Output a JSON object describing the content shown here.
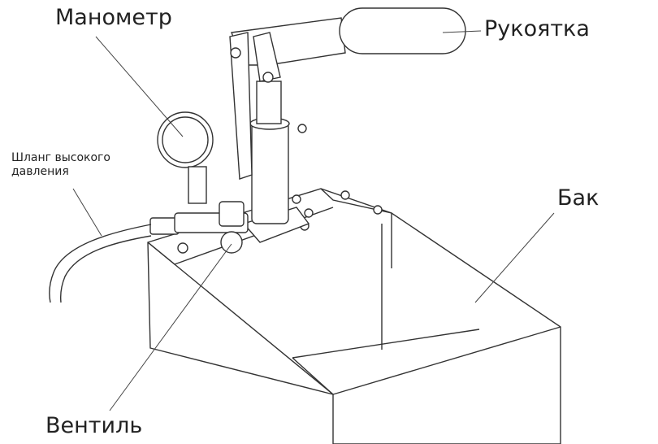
{
  "labels": {
    "gauge": "Манометр",
    "handle": "Рукоятка",
    "hose_line1": "Шланг высокого",
    "hose_line2": "давления",
    "tank": "Бак",
    "valve": "Вентиль"
  }
}
